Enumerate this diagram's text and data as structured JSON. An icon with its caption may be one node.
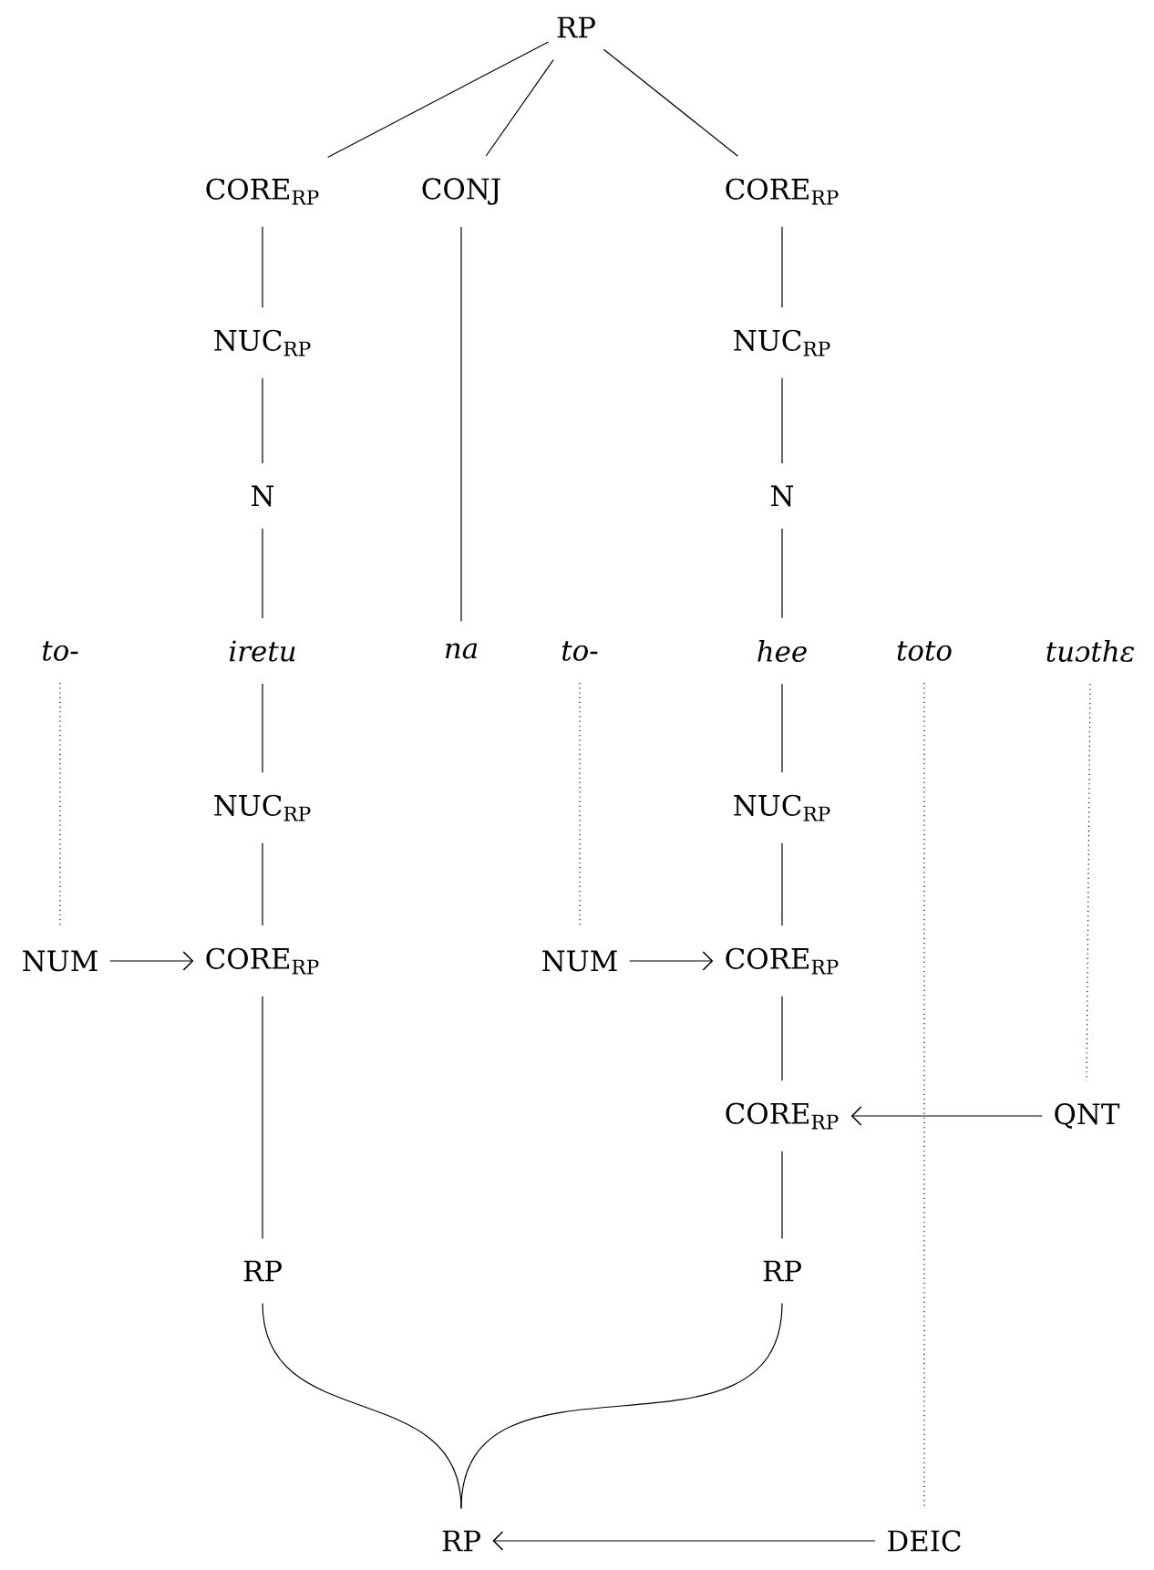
{
  "diagram": {
    "nodes": [
      {
        "text": [
          "RP"
        ]
      },
      {
        "text": [
          "CORE$_{RP}$"
        ]
      },
      {
        "text": [
          "CONJ"
        ]
      },
      {
        "text": [
          "CORE$_{RP}$"
        ]
      },
      {
        "text": [
          "NUC$_{RP}$"
        ]
      },
      {
        "text": [
          "NUC$_{RP}$"
        ]
      },
      {
        "text": [
          "N"
        ]
      },
      {
        "text": [
          "N"
        ]
      },
      {
        "text": [
          "to-"
        ]
      },
      {
        "text": [
          "iretu"
        ]
      },
      {
        "text": [
          "na"
        ]
      },
      {
        "text": [
          "to-"
        ]
      },
      {
        "text": [
          "hee"
        ]
      },
      {
        "text": [
          "toto"
        ]
      },
      {
        "text": [
          "tuɔthɛ"
        ]
      },
      {
        "text": [
          "NUC$_{RP}$"
        ]
      },
      {
        "text": [
          "NUC$_{RP}$"
        ]
      },
      {
        "text": [
          "NUM"
        ]
      },
      {
        "text": [
          "CORE$_{RP}$"
        ]
      },
      {
        "text": [
          "NUM"
        ]
      },
      {
        "text": [
          "CORE$_{RP}$"
        ]
      },
      {
        "text": [
          "CORE$_{RP}$"
        ]
      },
      {
        "text": [
          "QNT"
        ]
      },
      {
        "text": [
          "RP"
        ]
      },
      {
        "text": [
          "RP"
        ]
      },
      {
        "text": [
          "RP"
        ]
      },
      {
        "text": [
          "DEIC"
        ]
      }
    ],
    "edges": [
      {
        "from": 0,
        "to": 1,
        "arrow": "none"
      },
      {
        "from": 0,
        "to": 2,
        "arrow": "none"
      },
      {
        "from": 0,
        "to": 3,
        "arrow": "none"
      },
      {
        "from": 1,
        "to": 4,
        "arrow": "none"
      },
      {
        "from": 4,
        "to": 6,
        "arrow": "none"
      },
      {
        "from": 6,
        "to": 9,
        "arrow": "none"
      },
      {
        "from": 2,
        "to": 10,
        "arrow": "none"
      },
      {
        "from": 3,
        "to": 5,
        "arrow": "none"
      },
      {
        "from": 5,
        "to": 7,
        "arrow": "none"
      },
      {
        "from": 7,
        "to": 12,
        "arrow": "none"
      },
      {
        "from": 8,
        "to": 17,
        "arrow": "none",
        "style": "dashed"
      },
      {
        "from": 9,
        "to": 15,
        "arrow": "none"
      },
      {
        "from": 15,
        "to": 18,
        "arrow": "none"
      },
      {
        "from": 17,
        "to": 18,
        "arrow": "to"
      },
      {
        "from": 11,
        "to": 19,
        "arrow": "none",
        "style": "dashed"
      },
      {
        "from": 12,
        "to": 16,
        "arrow": "none"
      },
      {
        "from": 16,
        "to": 20,
        "arrow": "none"
      },
      {
        "from": 19,
        "to": 20,
        "arrow": "to"
      },
      {
        "from": 20,
        "to": 21,
        "arrow": "none"
      },
      {
        "from": 14,
        "to": 22,
        "arrow": "none",
        "style": "dashed"
      },
      {
        "from": 22,
        "to": 21,
        "arrow": "to"
      },
      {
        "from": 18,
        "to": 23,
        "arrow": "none"
      },
      {
        "from": 21,
        "to": 24,
        "arrow": "none"
      },
      {
        "from": 23,
        "to": 25,
        "arrow": "none"
      },
      {
        "from": 24,
        "to": 25,
        "arrow": "none"
      },
      {
        "from": 13,
        "to": 26,
        "arrow": "none",
        "style": "dashed"
      },
      {
        "from": 26,
        "to": 25,
        "arrow": "to"
      }
    ]
  }
}
